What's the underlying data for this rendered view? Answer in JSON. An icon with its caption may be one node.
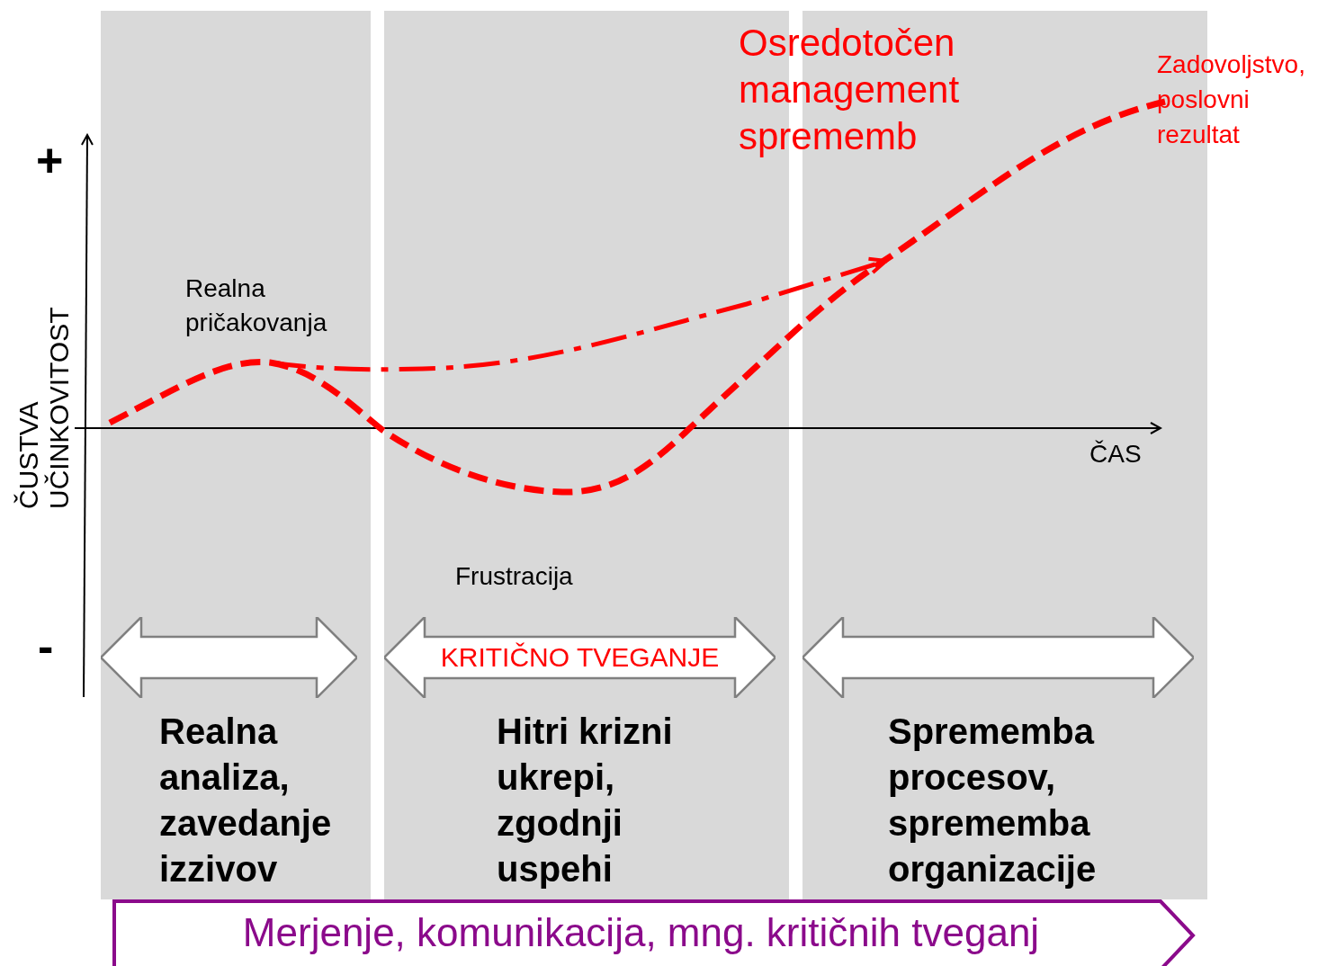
{
  "diagram": {
    "nodes": [
      {
        "text": [
          "Realna analiza, zavedanje izzivov"
        ]
      },
      {
        "text": [
          "Hitri krizni ukrepi, zgodnji uspehi"
        ]
      },
      {
        "text": [
          "Sprememba procesov, sprememba organizacije"
        ]
      },
      {
        "text": [],
        "shape": "arrow",
        "in": 0
      },
      {
        "text": [
          "KRITIČNO TVEGANJE"
        ],
        "in": 1
      },
      {
        "text": [],
        "shape": "arrow",
        "in": 2
      },
      {
        "text": [
          "Merjenje, komunikacija, mng. kritičnih tveganj"
        ]
      }
    ],
    "labels": [
      "+",
      "-",
      "ČUSTVA",
      "UČINKOVITOST",
      "ČAS",
      "Realna pričakovanja",
      "Frustracija",
      "Osredotočen management sprememb",
      "Zadovoljstvo, poslovni rezultat"
    ]
  }
}
